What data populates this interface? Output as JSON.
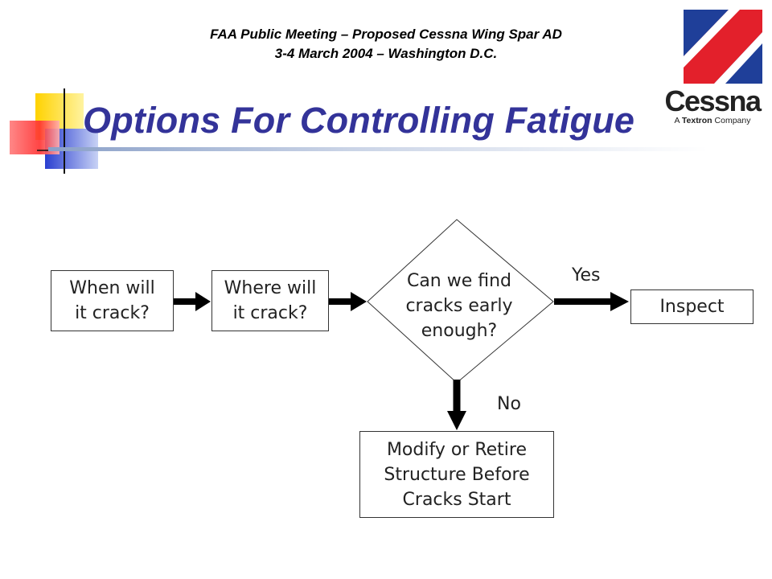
{
  "header": {
    "line1": "FAA Public Meeting – Proposed Cessna Wing Spar AD",
    "line2": "3-4 March 2004 – Washington D.C."
  },
  "logo": {
    "wordmark": "Cessna",
    "tagline_prefix": "A ",
    "tagline_brand": "Textron",
    "tagline_suffix": " Company",
    "colors": {
      "red": "#e3202b",
      "blue": "#1f3f99"
    }
  },
  "title": "Options For Controlling Fatigue",
  "flowchart": {
    "step1": "When will\nit crack?",
    "step2": "Where will\nit crack?",
    "decision": "Can we find\ncracks early\nenough?",
    "yes_label": "Yes",
    "no_label": "No",
    "yes_result": "Inspect",
    "no_result": "Modify or Retire\nStructure Before\nCracks Start"
  },
  "colors": {
    "title": "#333399"
  }
}
